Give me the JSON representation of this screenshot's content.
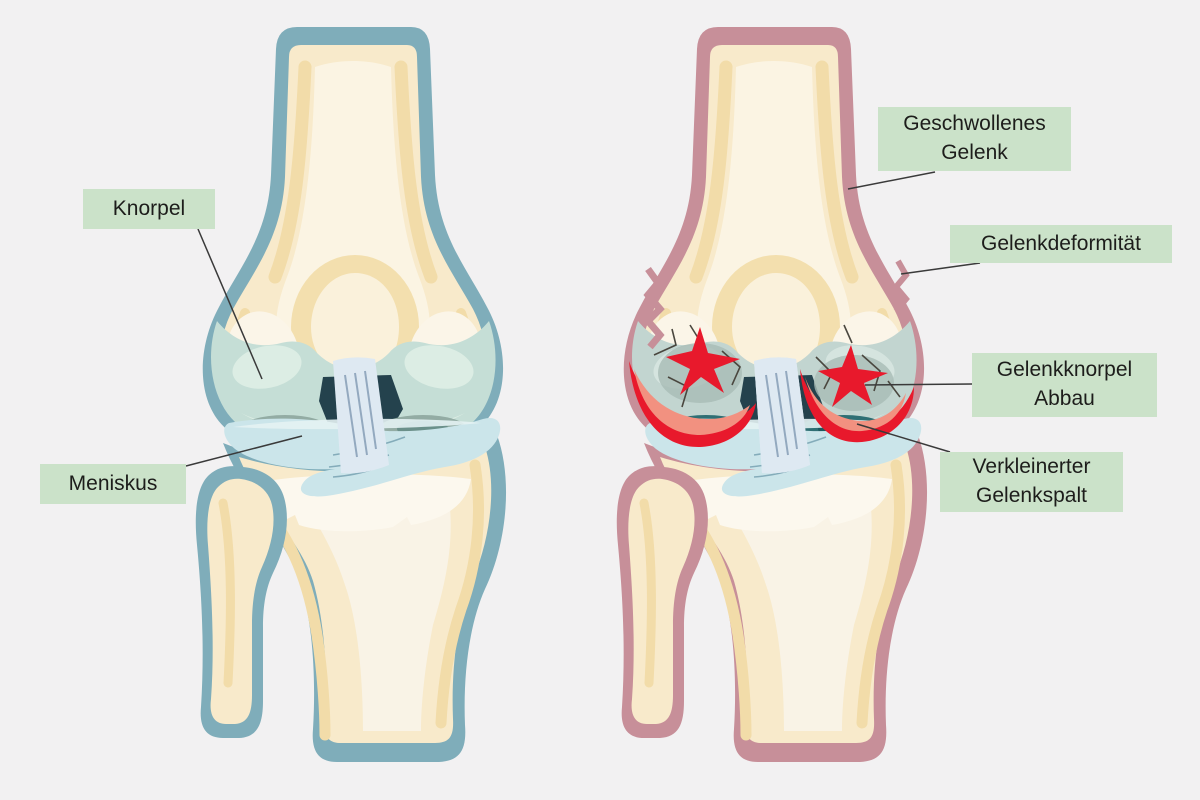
{
  "labels": {
    "knorpel": "Knorpel",
    "meniskus": "Meniskus",
    "geschwollenes_gelenk": "Geschwollenes Gelenk",
    "gelenkdeformitaet": "Gelenkdeformität",
    "gelenkknorpel_abbau": "Gelenkknorpel Abbau",
    "verkleinerter_gelenkspalt": "Verkleinerter Gelenkspalt"
  },
  "palette": {
    "background": "#F2F1F2",
    "label_background": "#CBE2C9",
    "label_text": "#1D1D1B",
    "leader_line": "#3A3A3A",
    "healthy_outline": "#7FADBA",
    "osteoarthritis_outline": "#C78F99",
    "bone_fill": "#F8EACB",
    "bone_shade": "#F2DCA9",
    "bone_highlight": "#FBF4E3",
    "cartilage": "#C5DED6",
    "meniscus": "#CBE5EA",
    "ligament": "#DEE9F2",
    "joint_notch": "#24424D",
    "lesion_red": "#E8192C",
    "inflamed_meniscus": "#F29180"
  }
}
